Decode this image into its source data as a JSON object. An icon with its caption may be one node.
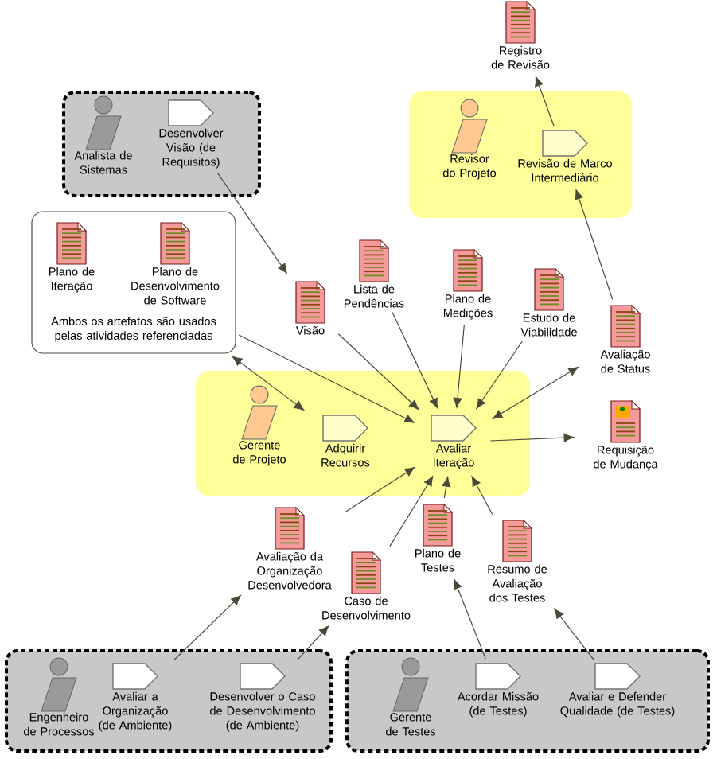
{
  "diagram": {
    "nodes": [
      {
        "text": [],
        "shape": "box"
      },
      {
        "text": [
          "Analista de Sistemas"
        ],
        "in": 0
      },
      {
        "text": [
          "Desenvolver Visão (de Requisitos)"
        ],
        "in": 0
      },
      {
        "text": [
          "Registro de Revisão"
        ]
      },
      {
        "text": [],
        "shape": "box"
      },
      {
        "text": [
          "Revisor do Projeto"
        ],
        "in": 4
      },
      {
        "text": [
          "Revisão de Marco Intermediário"
        ],
        "in": 4
      },
      {
        "text": [
          "Ambos os artefatos são usados pelas atividades referenciadas"
        ]
      },
      {
        "text": [
          "Plano de Iteração"
        ],
        "in": 7
      },
      {
        "text": [
          "Plano de Desenvolvimento de Software"
        ],
        "in": 7
      },
      {
        "text": [
          "Visão"
        ]
      },
      {
        "text": [
          "Lista de Pendências"
        ]
      },
      {
        "text": [
          "Plano de Medições"
        ]
      },
      {
        "text": [
          "Estudo de Viabilidade"
        ]
      },
      {
        "text": [
          "Avaliação de Status"
        ]
      },
      {
        "text": [],
        "shape": "box"
      },
      {
        "text": [
          "Gerente de Projeto"
        ],
        "in": 15
      },
      {
        "text": [
          "Adquirir Recursos"
        ],
        "in": 15
      },
      {
        "text": [
          "Avaliar Iteração"
        ],
        "in": 15
      },
      {
        "text": [
          "Requisição de Mudança"
        ]
      },
      {
        "text": [
          "Avaliação da Organização Desenvolvedora"
        ]
      },
      {
        "text": [
          "Caso de Desenvolvimento"
        ]
      },
      {
        "text": [
          "Plano de Testes"
        ]
      },
      {
        "text": [
          "Resumo de Avaliação dos Testes"
        ]
      },
      {
        "text": [],
        "shape": "box"
      },
      {
        "text": [
          "Engenheiro de Processos"
        ],
        "in": 24
      },
      {
        "text": [
          "Avaliar a Organização (de Ambiente)"
        ],
        "in": 24
      },
      {
        "text": [
          "Desenvolver o Caso de Desenvolvimento (de Ambiente)"
        ],
        "in": 24
      },
      {
        "text": [],
        "shape": "box"
      },
      {
        "text": [
          "Gerente de Testes"
        ],
        "in": 28
      },
      {
        "text": [
          "Acordar Missão (de Testes)"
        ],
        "in": 28
      },
      {
        "text": [
          "Avaliar e Defender Qualidade (de Testes)"
        ],
        "in": 28
      }
    ],
    "edges": [
      {
        "from": 2,
        "to": 10,
        "arrow": "to"
      },
      {
        "from": 6,
        "to": 3,
        "arrow": "to"
      },
      {
        "from": 14,
        "to": 6,
        "arrow": "to"
      },
      {
        "from": 7,
        "to": 17,
        "arrow": "both"
      },
      {
        "from": 7,
        "to": 18,
        "arrow": "to"
      },
      {
        "from": 10,
        "to": 18,
        "arrow": "to"
      },
      {
        "from": 11,
        "to": 18,
        "arrow": "to"
      },
      {
        "from": 12,
        "to": 18,
        "arrow": "to"
      },
      {
        "from": 13,
        "to": 18,
        "arrow": "to"
      },
      {
        "from": 14,
        "to": 18,
        "arrow": "both"
      },
      {
        "from": 18,
        "to": 19,
        "arrow": "to"
      },
      {
        "from": 20,
        "to": 18,
        "arrow": "to"
      },
      {
        "from": 21,
        "to": 18,
        "arrow": "to"
      },
      {
        "from": 22,
        "to": 18,
        "arrow": "to"
      },
      {
        "from": 23,
        "to": 18,
        "arrow": "to"
      },
      {
        "from": 26,
        "to": 20,
        "arrow": "to"
      },
      {
        "from": 27,
        "to": 21,
        "arrow": "to"
      },
      {
        "from": 30,
        "to": 22,
        "arrow": "to"
      },
      {
        "from": 31,
        "to": 23,
        "arrow": "to"
      }
    ]
  }
}
